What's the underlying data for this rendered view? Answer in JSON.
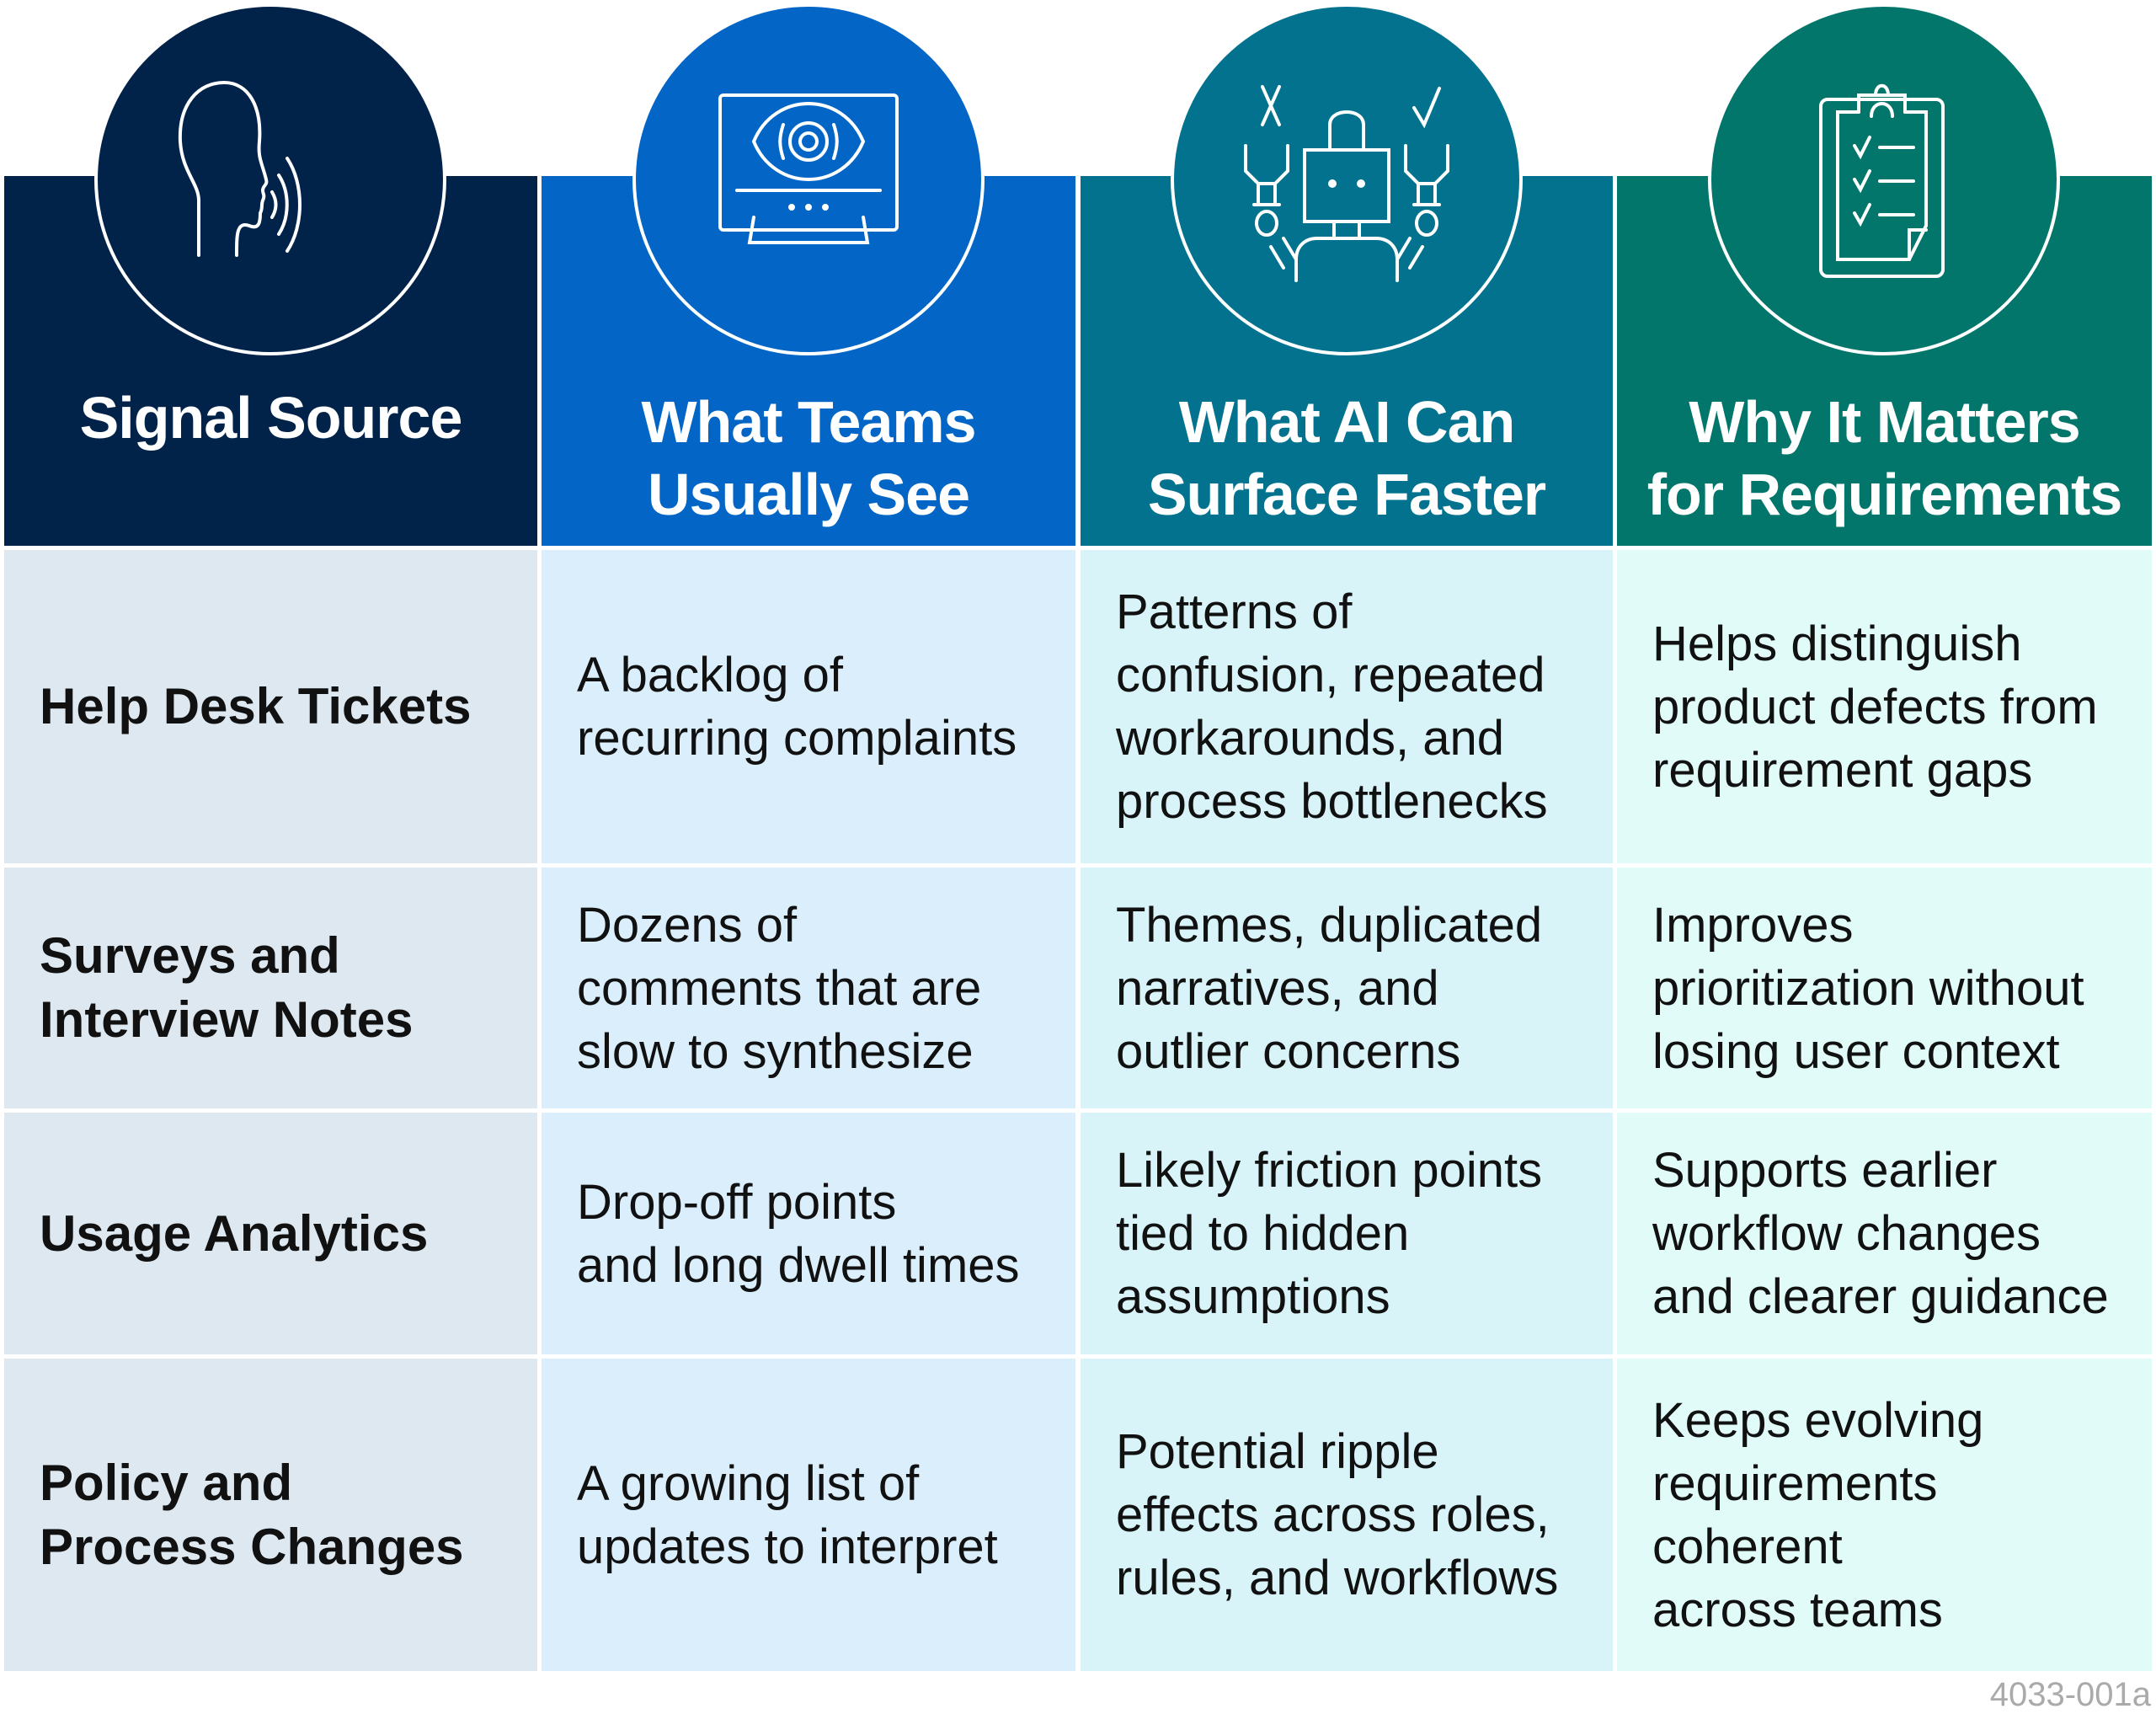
{
  "columns": [
    {
      "title": "Signal Source",
      "icon": "speaking-head-icon",
      "color": "#01234a",
      "cell_color": "#dde8f0"
    },
    {
      "title": "What Teams\nUsually See",
      "icon": "monitor-eye-icon",
      "color": "#0366c6",
      "cell_color": "#daeffb"
    },
    {
      "title": "What AI Can\nSurface Faster",
      "icon": "robot-sorting-icon",
      "color": "#02728e",
      "cell_color": "#d8f4f8"
    },
    {
      "title": "Why It Matters\nfor Requirements",
      "icon": "clipboard-checklist-icon",
      "color": "#03766b",
      "cell_color": "#e0fbf8"
    }
  ],
  "rows": [
    {
      "source": "Help Desk Tickets",
      "teams_see": "A backlog of\nrecurring complaints",
      "ai_surfaces": "Patterns of\nconfusion, repeated\nworkarounds, and\nprocess bottlenecks",
      "why_matters": "Helps distinguish\nproduct defects from\nrequirement gaps"
    },
    {
      "source": "Surveys and\nInterview Notes",
      "teams_see": "Dozens of\ncomments that are\nslow to synthesize",
      "ai_surfaces": "Themes, duplicated\nnarratives, and\noutlier concerns",
      "why_matters": "Improves\nprioritization without\nlosing user context"
    },
    {
      "source": "Usage Analytics",
      "teams_see": "Drop-off points\nand long dwell times",
      "ai_surfaces": "Likely friction points\ntied to hidden\nassumptions",
      "why_matters": "Supports earlier\nworkflow changes\nand clearer guidance"
    },
    {
      "source": "Policy and\nProcess Changes",
      "teams_see": "A growing list of\nupdates to interpret",
      "ai_surfaces": "Potential ripple\neffects across roles,\nrules, and workflows",
      "why_matters": "Keeps evolving\nrequirements\ncoherent\nacross teams"
    }
  ],
  "figure_id": "4033-001a"
}
